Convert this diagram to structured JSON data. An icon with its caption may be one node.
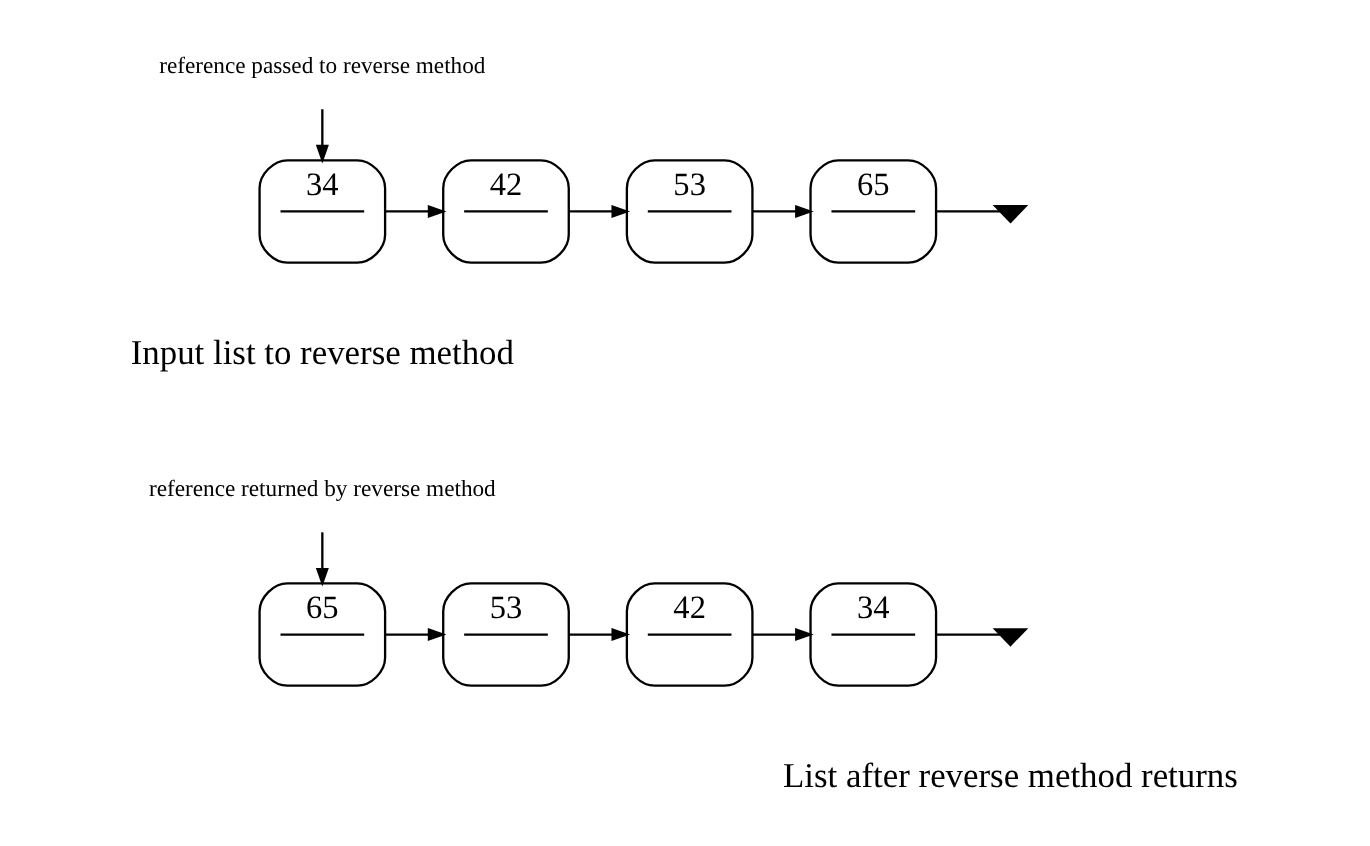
{
  "diagram": {
    "nodes": [
      {
        "text": [
          "reference passed to reverse method"
        ]
      },
      {
        "text": [
          "34"
        ]
      },
      {
        "text": [
          "42"
        ]
      },
      {
        "text": [
          "53"
        ]
      },
      {
        "text": [
          "65"
        ]
      },
      {
        "text": [],
        "shape": "ground"
      },
      {
        "text": [
          "reference returned by reverse method"
        ]
      },
      {
        "text": [],
        "shape": "ground"
      },
      {
        "text": [
          "34"
        ]
      },
      {
        "text": [
          "42"
        ]
      },
      {
        "text": [
          "53"
        ]
      },
      {
        "text": [
          "65"
        ]
      }
    ],
    "edges": [
      {
        "from": 0,
        "to": 1,
        "arrow": "to"
      },
      {
        "from": 1,
        "to": 2,
        "arrow": "to"
      },
      {
        "from": 2,
        "to": 3,
        "arrow": "to"
      },
      {
        "from": 3,
        "to": 4,
        "arrow": "to"
      },
      {
        "from": 4,
        "to": 5,
        "arrow": "none"
      },
      {
        "from": 6,
        "to": 11,
        "arrow": "to"
      },
      {
        "from": 11,
        "to": 10,
        "arrow": "to"
      },
      {
        "from": 10,
        "to": 9,
        "arrow": "to"
      },
      {
        "from": 9,
        "to": 8,
        "arrow": "to"
      },
      {
        "from": 8,
        "to": 7,
        "arrow": "none"
      }
    ],
    "labels": [
      "Input list to reverse method",
      "List after reverse method returns"
    ]
  }
}
